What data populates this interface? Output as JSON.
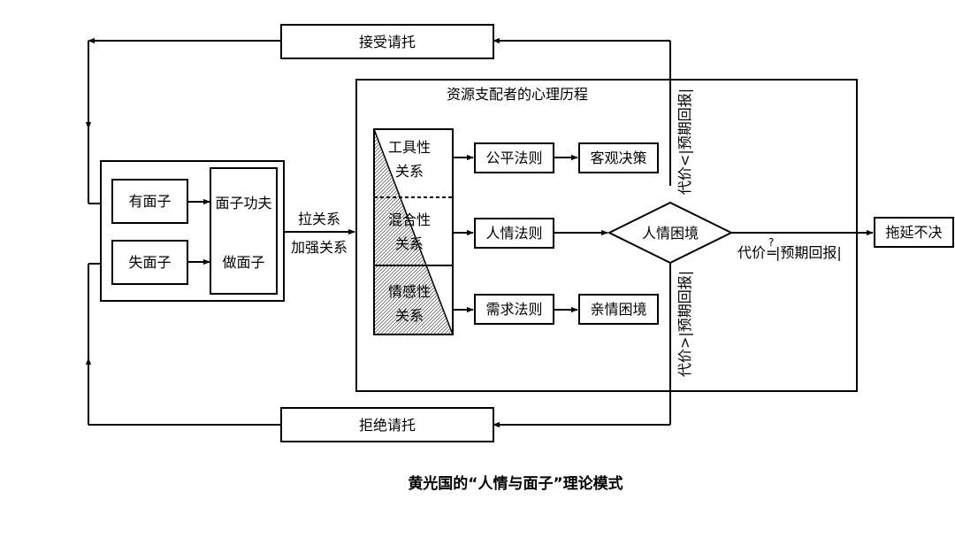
{
  "top_box": "接受请托",
  "bottom_box": "拒绝请托",
  "left_box": {
    "has_face": "有面子",
    "lose_face": "失面子",
    "face_work": "面子功夫",
    "make_face": "做面子"
  },
  "connector": {
    "line1": "拉关系",
    "line2": "加强关系"
  },
  "process_title": "资源支配者的心理历程",
  "relations": {
    "instrumental": [
      "工具性",
      "关系"
    ],
    "mixed": [
      "混合性",
      "关系"
    ],
    "expressive": [
      "情感性",
      "关系"
    ]
  },
  "rules": {
    "equity": "公平法则",
    "renqing": "人情法则",
    "need": "需求法则"
  },
  "outcomes": {
    "objective": "客观决策",
    "family": "亲情困境"
  },
  "dilemma": "人情困境",
  "delay": "拖延不决",
  "conditions": {
    "less": "代价<|预期回报|",
    "greater": "代价>|预期回报|",
    "equal_prefix": "代价",
    "equal_sign": "=",
    "equal_q": "?",
    "equal_suffix": "|预期回报|"
  },
  "caption": "黄光国的“人情与面子”理论模式"
}
